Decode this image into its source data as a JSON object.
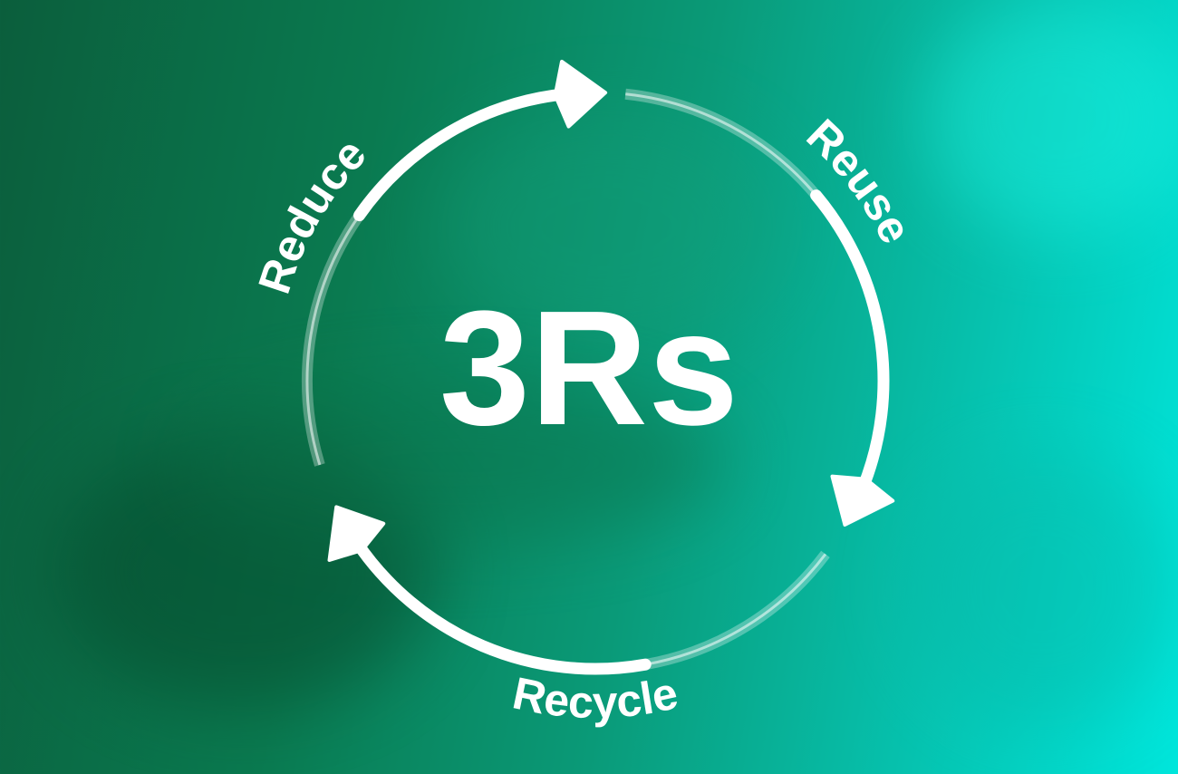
{
  "title": "3Rs",
  "labels": {
    "reduce": "Reduce",
    "reuse": "Reuse",
    "recycle": "Recycle"
  },
  "colors": {
    "arrow": "#ffffff",
    "background_dark": "#0b5e3c",
    "background_light": "#00e6dc"
  }
}
